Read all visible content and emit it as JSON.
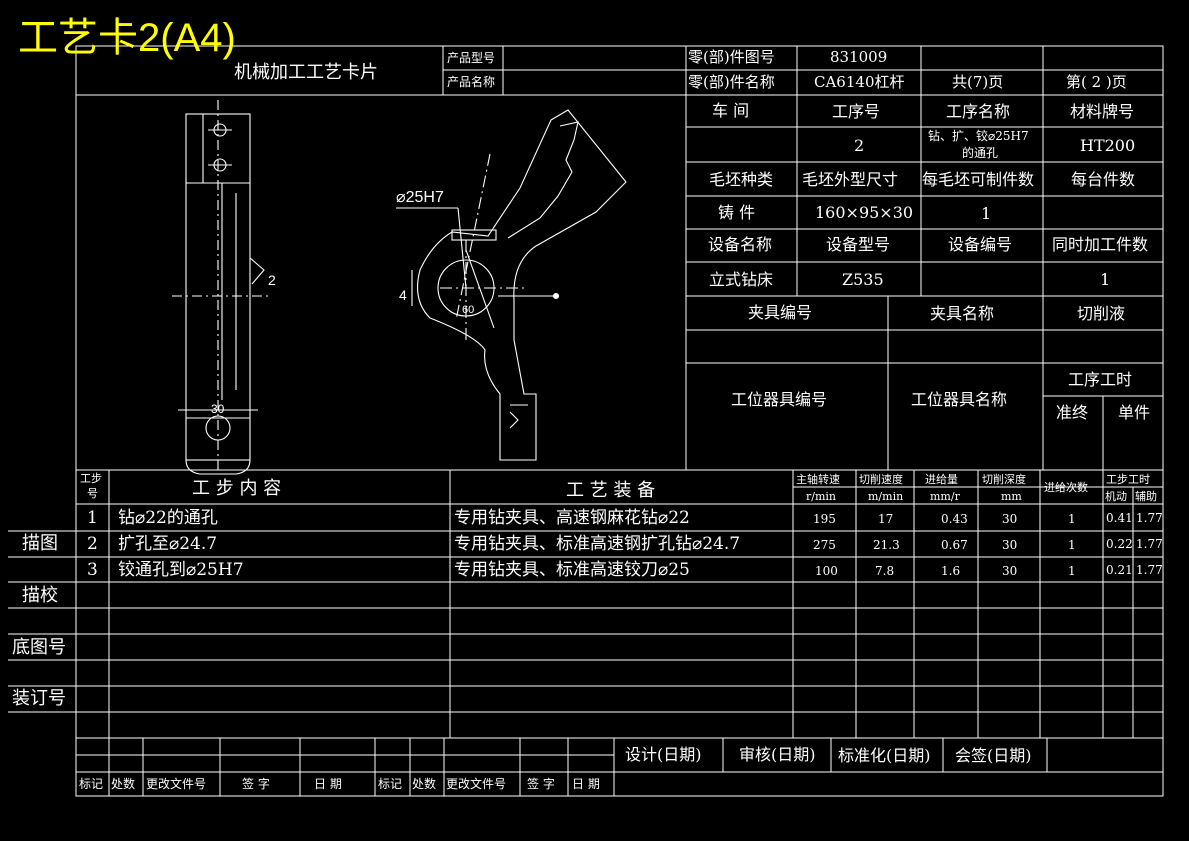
{
  "big_title": "工艺卡2(A4)",
  "card_title": "机械加工工艺卡片",
  "labels": {
    "product_model": "产品型号",
    "product_name": "产品名称",
    "part_drawing_no": "零(部)件图号",
    "part_name": "零(部)件名称",
    "total_pages": "共(7)页",
    "page_no": "第( 2 )页",
    "workshop": "车   间",
    "op_no": "工序号",
    "op_name": "工序名称",
    "material": "材料牌号",
    "blank_type": "毛坯种类",
    "blank_size": "毛坯外型尺寸",
    "per_blank": "每毛坯可制件数",
    "per_machine": "每台件数",
    "equip_name": "设备名称",
    "equip_model": "设备型号",
    "equip_no": "设备编号",
    "simul": "同时加工件数",
    "fixture_no": "夹具编号",
    "fixture_name": "夹具名称",
    "coolant": "切削液",
    "station_no": "工位器具编号",
    "station_name": "工位器具名称",
    "op_time": "工序工时",
    "prep_time": "准终",
    "unit_time": "单件"
  },
  "values": {
    "part_drawing_no": "831009",
    "part_name": "CA6140杠杆",
    "op_no": "2",
    "op_name_1": "钻、扩、铰⌀25H7",
    "op_name_2": "的通孔",
    "material": "HT200",
    "blank_type": "铸   件",
    "blank_size": "160×95×30",
    "per_blank": "1",
    "equip_name": "立式钻床",
    "equip_model": "Z535",
    "simul": "1"
  },
  "drawing_labels": {
    "hole_dim": "⌀25H7",
    "width_30": "30",
    "dim_2": "2",
    "dim_4": "4",
    "angle_60": "60"
  },
  "steps_header": {
    "step_1": "工步",
    "step_2": "号",
    "content": "工   步   内   容",
    "equipment": "工   艺   装   备",
    "spindle_1": "主轴转速",
    "spindle_2": "r/min",
    "speed_1": "切削速度",
    "speed_2": "m/min",
    "feed_1": "进给量",
    "feed_2": "mm/r",
    "depth_1": "切削深度",
    "depth_2": "mm",
    "passes": "进给次数",
    "time_1": "工步工时",
    "time_machine": "机动",
    "time_aux": "辅助"
  },
  "steps": [
    {
      "no": "1",
      "content": "钻⌀22的通孔",
      "equipment": "专用钻夹具、高速钢麻花钻⌀22",
      "spindle": "195",
      "speed": "17",
      "feed": "0.43",
      "depth": "30",
      "passes": "1",
      "machine": "0.41",
      "aux": "1.77"
    },
    {
      "no": "2",
      "content": "扩孔至⌀24.7",
      "equipment": "专用钻夹具、标准高速钢扩孔钻⌀24.7",
      "spindle": "275",
      "speed": "21.3",
      "feed": "0.67",
      "depth": "30",
      "passes": "1",
      "machine": "0.22",
      "aux": "1.77"
    },
    {
      "no": "3",
      "content": "铰通孔到⌀25H7",
      "equipment": "专用钻夹具、标准高速铰刀⌀25",
      "spindle": "100",
      "speed": "7.8",
      "feed": "1.6",
      "depth": "30",
      "passes": "1",
      "machine": "0.21",
      "aux": "1.77"
    }
  ],
  "side_labels": {
    "trace": "描图",
    "check": "描校",
    "base_no": "底图号",
    "binding_no": "装订号"
  },
  "footer": {
    "design": "设计(日期)",
    "review": "审核(日期)",
    "standard": "标准化(日期)",
    "sign": "会签(日期)",
    "mark": "标记",
    "place": "处数",
    "change_doc": "更改文件号",
    "signature": "签   字",
    "date": "日   期",
    "mark2": "标记",
    "place2": "处数",
    "change_doc2": "更改文件号",
    "signature2": "签 字",
    "date2": "日 期"
  }
}
